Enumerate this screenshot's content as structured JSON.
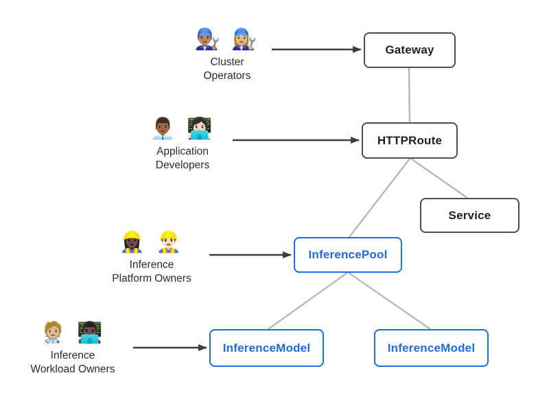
{
  "colors": {
    "background": "#ffffff",
    "node_border_dark": "#4d4d4d",
    "node_text_dark": "#1f1f1f",
    "accent_blue": "#1b6ce8",
    "edge_gray": "#b9b9b9",
    "arrow_dark": "#3d3d3d",
    "label_text": "#2b2b2b"
  },
  "nodes": {
    "gateway": {
      "label": "Gateway"
    },
    "httproute": {
      "label": "HTTPRoute"
    },
    "service": {
      "label": "Service"
    },
    "inference_pool": {
      "label": "InferencePool"
    },
    "inference_model_left": {
      "label": "InferenceModel"
    },
    "inference_model_right": {
      "label": "InferenceModel"
    }
  },
  "personas": {
    "cluster_operators": {
      "emoji1": "👨🏽‍🔧",
      "emoji2": "👩🏼‍🔧",
      "line1": "Cluster",
      "line2": "Operators"
    },
    "application_developers": {
      "emoji1": "👨🏾‍💼",
      "emoji2": "👩🏻‍💻",
      "line1": "Application",
      "line2": "Developers"
    },
    "inference_platform_owners": {
      "emoji1": "👷🏿‍♀️",
      "emoji2": "👷🏻‍♂️",
      "line1": "Inference",
      "line2": "Platform Owners"
    },
    "inference_workload_owners": {
      "emoji1": "🧑🏼‍⚕️",
      "emoji2": "👨🏿‍💻",
      "line1": "Inference",
      "line2": "Workload Owners"
    }
  },
  "edges": [
    {
      "from": "Gateway",
      "to": "HTTPRoute",
      "style": "plain-gray"
    },
    {
      "from": "HTTPRoute",
      "to": "Service",
      "style": "plain-gray"
    },
    {
      "from": "HTTPRoute",
      "to": "InferencePool",
      "style": "plain-gray"
    },
    {
      "from": "InferencePool",
      "to": "InferenceModel (left)",
      "style": "plain-gray"
    },
    {
      "from": "InferencePool",
      "to": "InferenceModel (right)",
      "style": "plain-gray"
    }
  ],
  "actor_arrows": [
    {
      "from": "Cluster Operators",
      "to": "Gateway"
    },
    {
      "from": "Application Developers",
      "to": "HTTPRoute"
    },
    {
      "from": "Inference Platform Owners",
      "to": "InferencePool"
    },
    {
      "from": "Inference Workload Owners",
      "to": "InferenceModel (left)"
    }
  ]
}
